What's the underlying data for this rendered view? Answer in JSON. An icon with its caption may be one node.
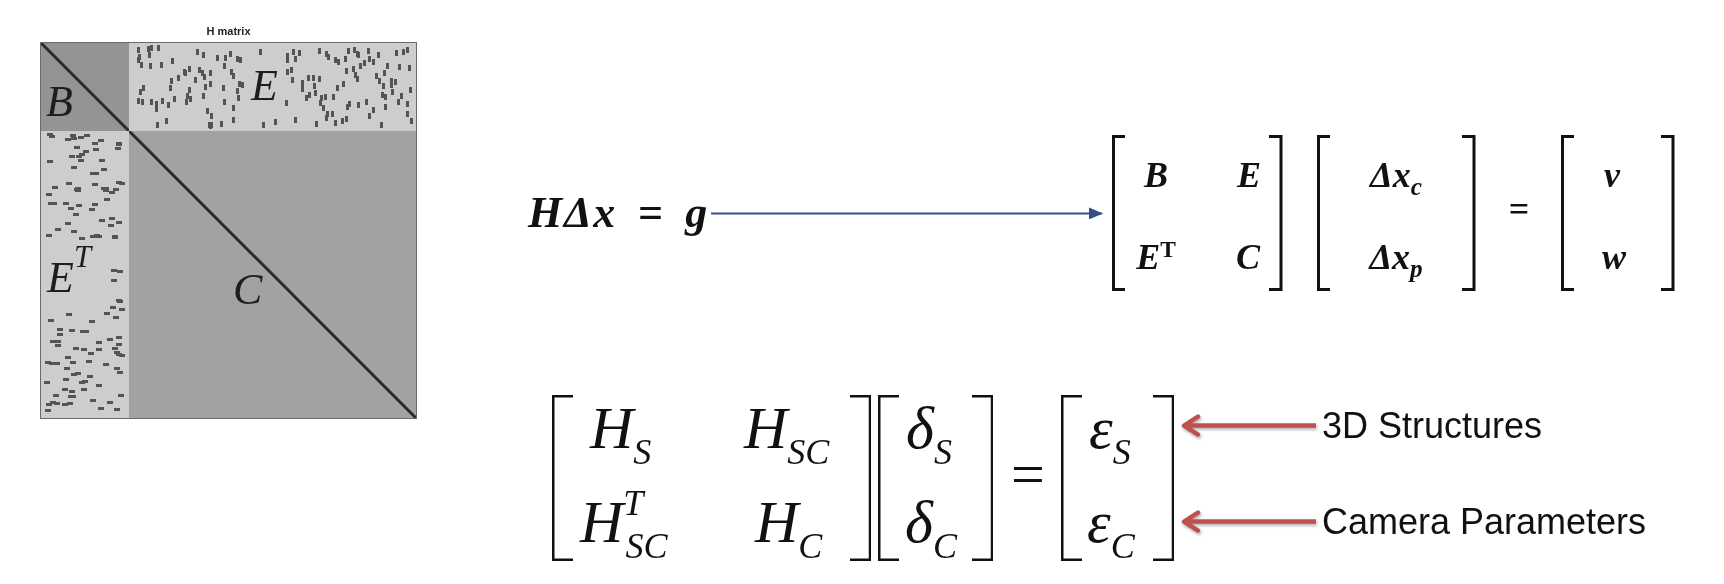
{
  "diagram": {
    "nodes": [
      {
        "text": [
          "H matrix"
        ]
      },
      {
        "text": [
          "B"
        ],
        "in": 0
      },
      {
        "text": [
          "E"
        ],
        "in": 0
      },
      {
        "text": [
          "E$^{T}$"
        ],
        "in": 0
      },
      {
        "text": [
          "C"
        ],
        "in": 0
      },
      {
        "text": [
          "HΔx = g"
        ]
      },
      {
        "text": [
          "B",
          "E",
          "E$^{T}$",
          "C",
          "Δx$_{c}$",
          "Δx$_{p}$",
          "=",
          "v",
          "w"
        ]
      },
      {
        "text": [
          "H$_{S}$",
          "H$_{SC}$",
          "H$^{T}$$_{SC}$",
          "H$_{C}$",
          "δ$_{S}$",
          "δ$_{C}$",
          "="
        ]
      },
      {
        "text": [
          "ε$_{S}$",
          "ε$_{C}$"
        ],
        "in": 7
      },
      {
        "text": [
          "3D Structures"
        ]
      },
      {
        "text": [
          "Camera Parameters"
        ]
      }
    ],
    "edges": [
      {
        "from": 5,
        "to": 6,
        "arrow": "to",
        "color": "#34508a"
      },
      {
        "from": 9,
        "to": 8,
        "arrow": "to",
        "color": "#c0504d"
      },
      {
        "from": 10,
        "to": 8,
        "arrow": "to",
        "color": "#c0504d"
      }
    ]
  }
}
